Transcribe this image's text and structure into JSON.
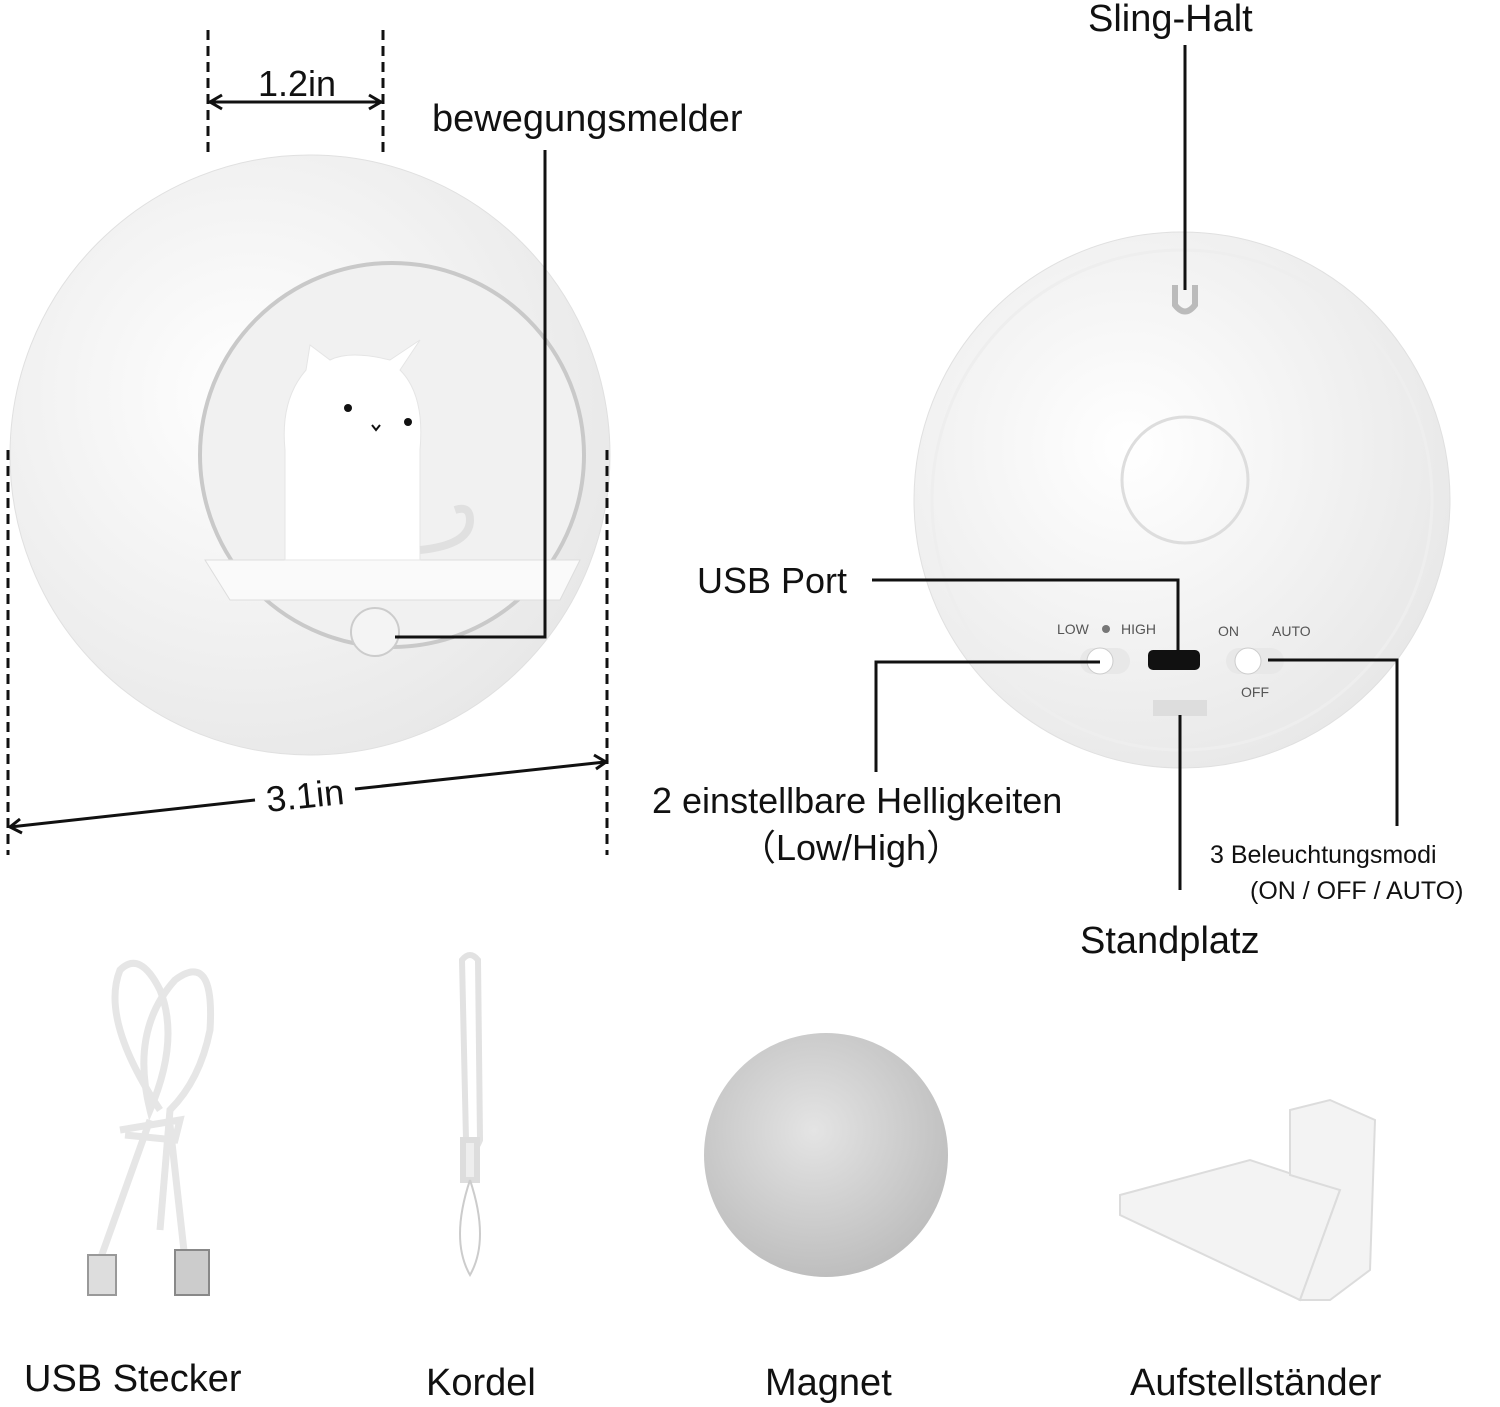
{
  "dimensions": {
    "top_width": "1.2in",
    "diameter": "3.1in"
  },
  "callouts": {
    "motion_sensor": "bewegungsmelder",
    "sling_holder": "Sling-Halt",
    "usb_port": "USB Port",
    "brightness": "2 einstellbare Helligkeiten",
    "brightness_sub": "（Low/High）",
    "modes": "3 Beleuchtungsmodi",
    "modes_sub": "(ON / OFF / AUTO)",
    "stand_slot": "Standplatz"
  },
  "switch_labels": {
    "low": "LOW",
    "high": "HIGH",
    "on": "ON",
    "auto": "AUTO",
    "off": "OFF"
  },
  "accessories": [
    {
      "label": "USB Stecker"
    },
    {
      "label": "Kordel"
    },
    {
      "label": "Magnet"
    },
    {
      "label": "Aufstellständer"
    }
  ]
}
